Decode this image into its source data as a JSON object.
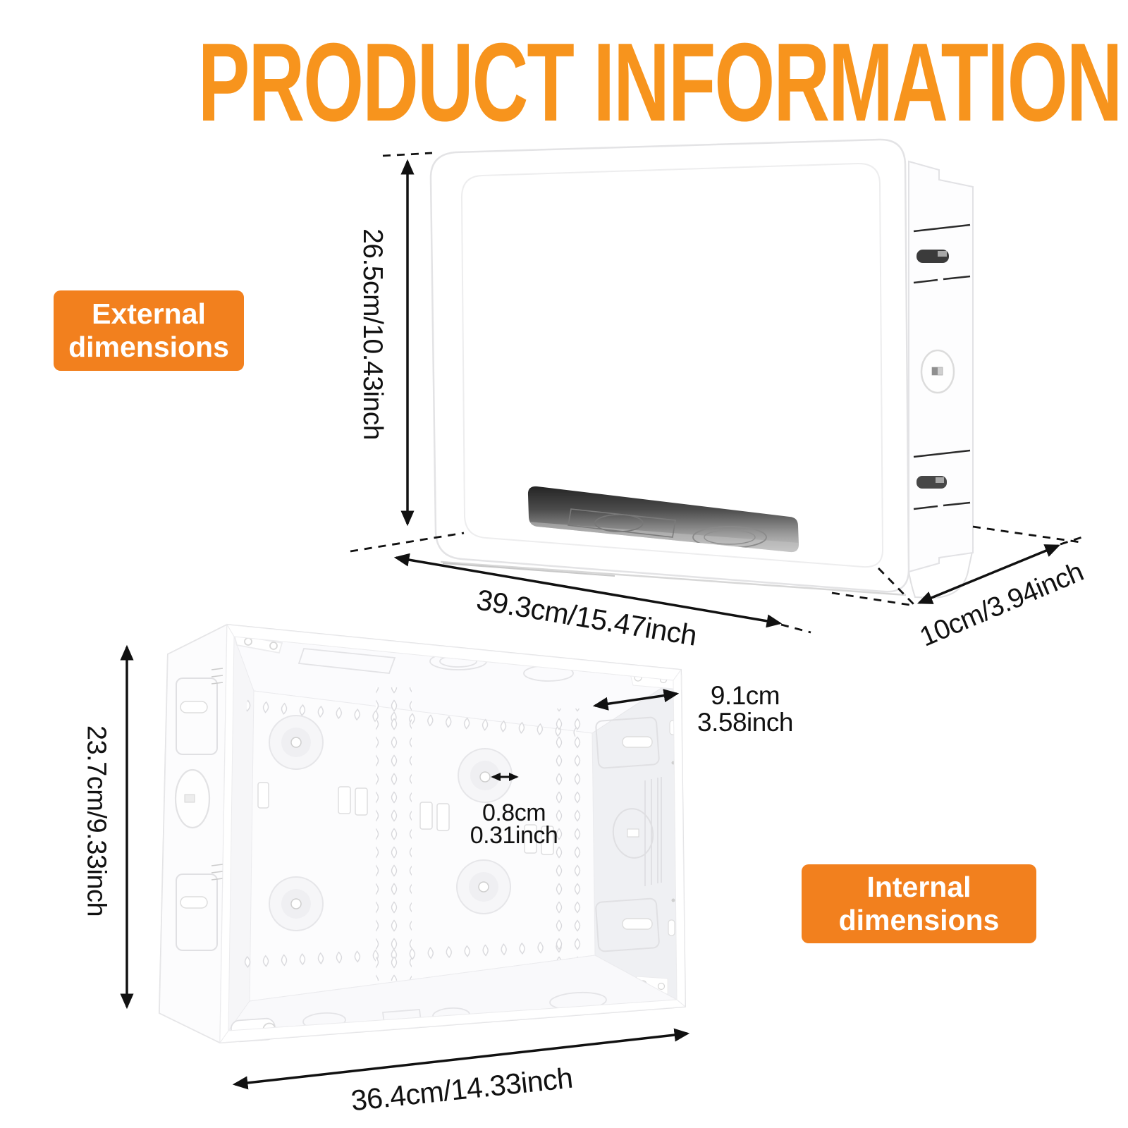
{
  "title": "PRODUCT INFORMATION",
  "badges": {
    "external": [
      "External",
      "dimensions"
    ],
    "internal": [
      "Internal",
      "dimensions"
    ]
  },
  "dimensions": {
    "external": {
      "height": "26.5cm/10.43inch",
      "width": "39.3cm/15.47inch",
      "depth": "10cm/3.94inch"
    },
    "internal": {
      "height": "23.7cm/9.33inch",
      "width": "36.4cm/14.33inch",
      "side_depth_cm": "9.1cm",
      "side_depth_inch": "3.58inch",
      "hole_cm": "0.8cm",
      "hole_inch": "0.31inch"
    }
  },
  "colors": {
    "title_orange": "#F7941D",
    "badge_orange": "#F2801E",
    "dimension_text": "#111111",
    "product_white": "#FFFFFF"
  }
}
